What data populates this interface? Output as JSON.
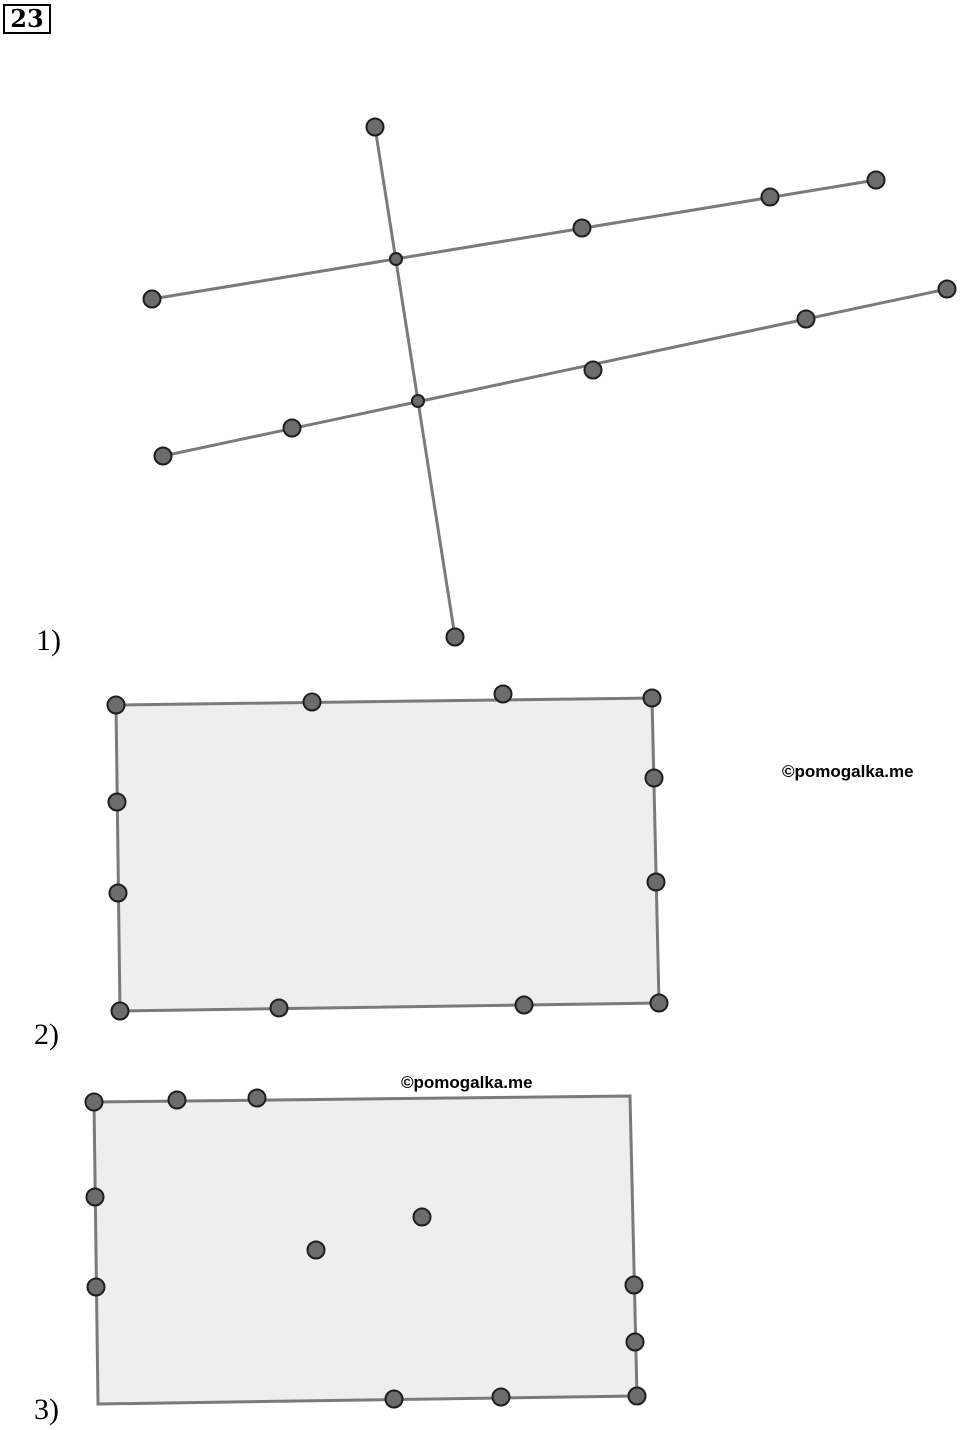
{
  "problem_number": "23",
  "figure_labels": {
    "one": "1)",
    "two": "2)",
    "three": "3)"
  },
  "watermark": "©pomogalka.me",
  "colors": {
    "stroke": "#7a7a7a",
    "point_fill": "#6c6c6c",
    "point_stroke": "#1e1e1e",
    "rect_fill": "#eeeeee"
  }
}
